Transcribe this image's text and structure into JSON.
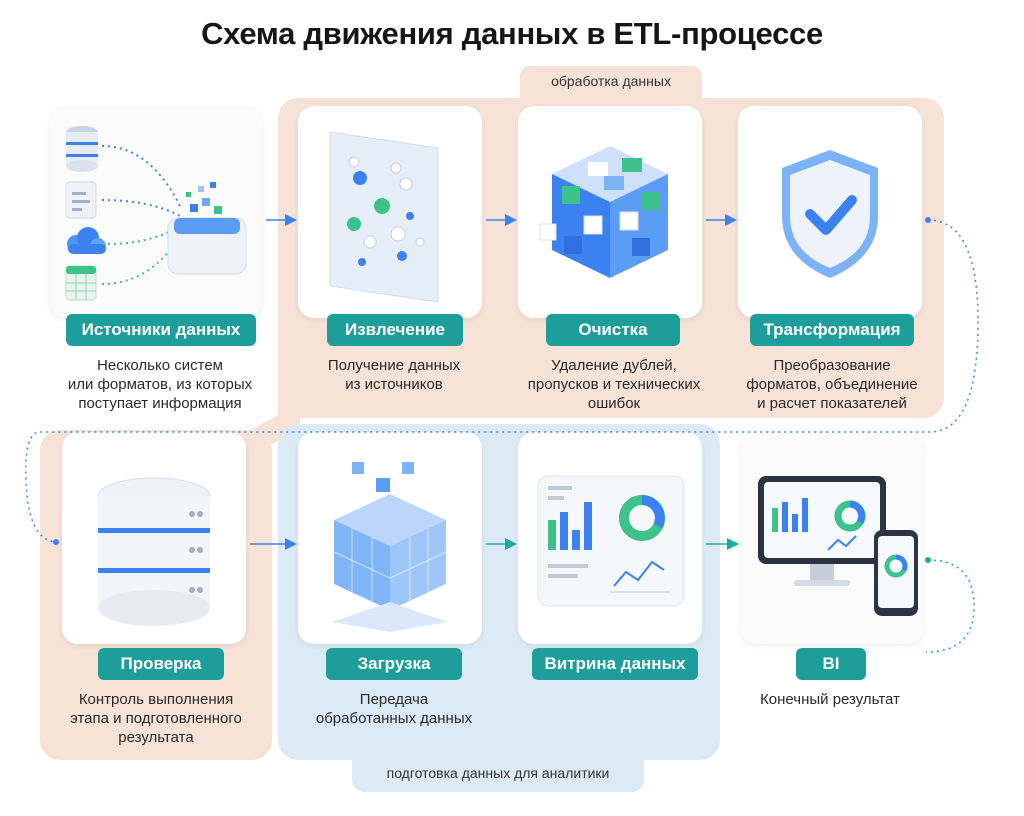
{
  "title": "Схема движения данных в ETL-процессе",
  "regions": {
    "processing_label": "обработка данных",
    "analytics_label": "подготовка данных для аналитики"
  },
  "stages": [
    {
      "label": "Источники данных",
      "desc1": "Несколько систем",
      "desc2": "или форматов, из которых",
      "desc3": "поступает информация"
    },
    {
      "label": "Извлечение",
      "desc1": "Получение данных",
      "desc2": "из источников",
      "desc3": ""
    },
    {
      "label": "Очистка",
      "desc1": "Удаление дублей,",
      "desc2": "пропусков и технических",
      "desc3": "ошибок"
    },
    {
      "label": "Трансформация",
      "desc1": "Преобразование",
      "desc2": "форматов, объединение",
      "desc3": "и расчет показателей"
    },
    {
      "label": "Проверка",
      "desc1": "Контроль выполнения",
      "desc2": "этапа и подготовленного",
      "desc3": "результата"
    },
    {
      "label": "Загрузка",
      "desc1": "Передача",
      "desc2": "обработанных данных",
      "desc3": ""
    },
    {
      "label": "Витрина данных",
      "desc1": "",
      "desc2": "",
      "desc3": ""
    },
    {
      "label": "BI",
      "desc1": "Конечный результат",
      "desc2": "",
      "desc3": ""
    }
  ],
  "icons": [
    "database-icon",
    "document-icon",
    "cloud-icon",
    "spreadsheet-icon",
    "ingest-box-icon",
    "particles-panel-icon",
    "cube-icon",
    "shield-check-icon",
    "server-stack-icon",
    "glass-cube-icon",
    "dashboard-icon",
    "monitor-phone-icon"
  ],
  "colors": {
    "accent": "#1e9e9a",
    "processing_bg": "#f6e2d6",
    "analytics_bg": "#dceaf5",
    "blue": "#3b82f0",
    "green": "#3cc28a"
  }
}
